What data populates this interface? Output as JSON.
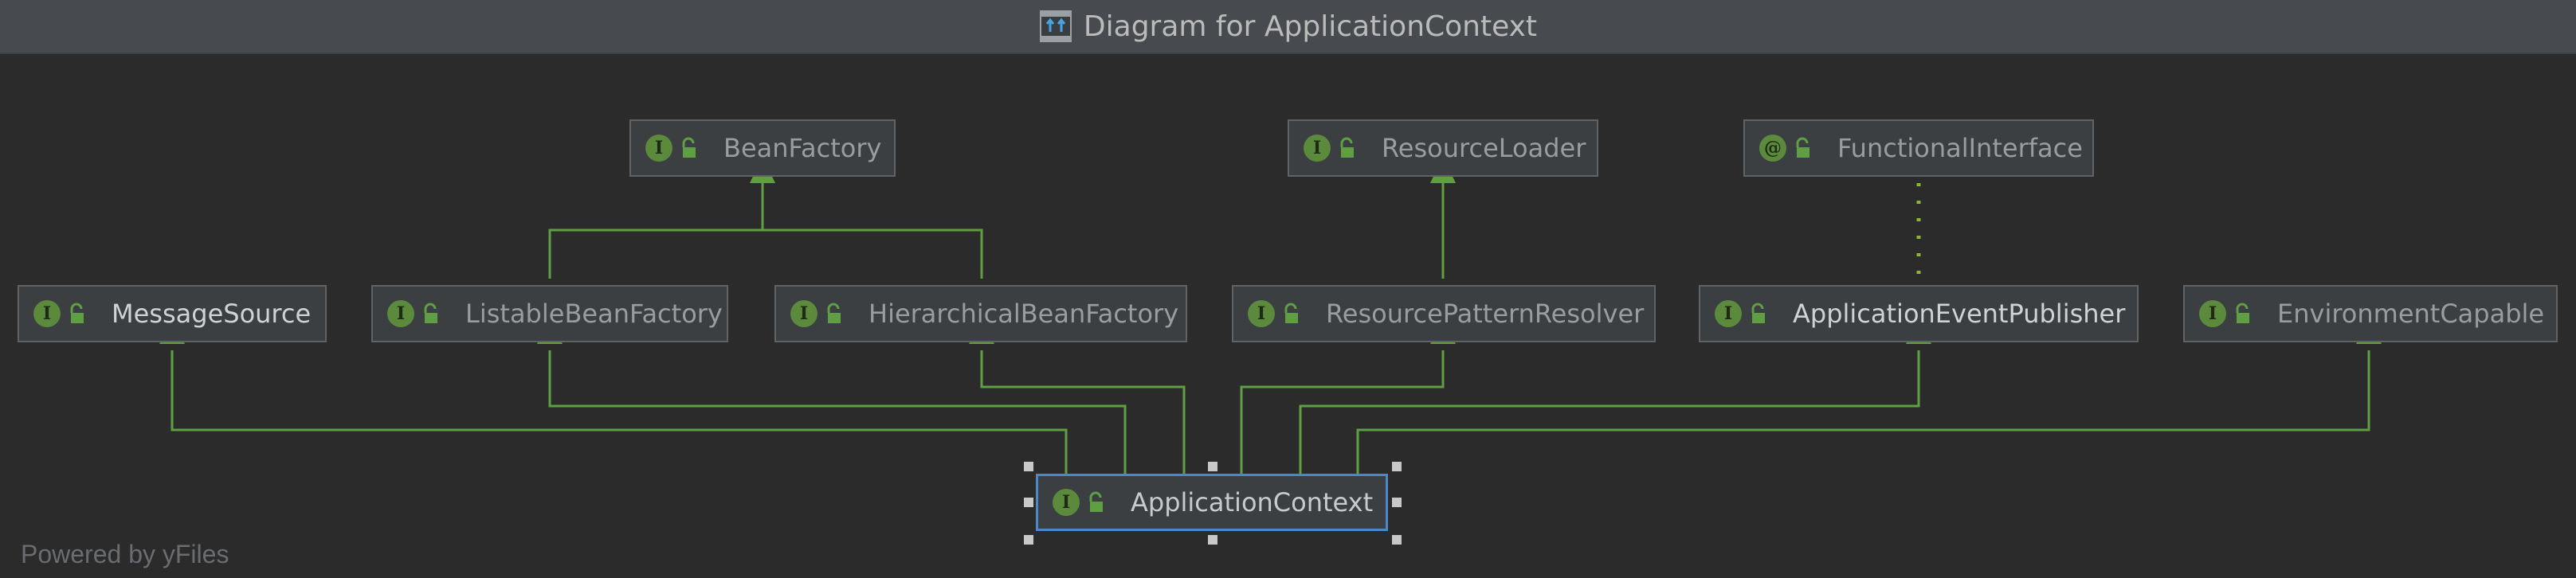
{
  "window": {
    "title": "Diagram for ApplicationContext",
    "title_icon": "diagram-icon"
  },
  "footer": {
    "text": "Powered by yFiles"
  },
  "colors": {
    "edge": "#5f9e43",
    "selected_border": "#4a88c7",
    "badge": "#5b8a3c"
  },
  "nodes": [
    {
      "id": "beanfactory",
      "label": "BeanFactory",
      "badge": "I",
      "kind": "interface"
    },
    {
      "id": "resourceloader",
      "label": "ResourceLoader",
      "badge": "I",
      "kind": "interface"
    },
    {
      "id": "functionalinterface",
      "label": "FunctionalInterface",
      "badge": "@",
      "kind": "annotation"
    },
    {
      "id": "messagesource",
      "label": "MessageSource",
      "badge": "I",
      "kind": "interface"
    },
    {
      "id": "listablebeanfactory",
      "label": "ListableBeanFactory",
      "badge": "I",
      "kind": "interface"
    },
    {
      "id": "hierarchicalbeanfactory",
      "label": "HierarchicalBeanFactory",
      "badge": "I",
      "kind": "interface"
    },
    {
      "id": "resourcepatternresolver",
      "label": "ResourcePatternResolver",
      "badge": "I",
      "kind": "interface"
    },
    {
      "id": "applicationeventpublisher",
      "label": "ApplicationEventPublisher",
      "badge": "I",
      "kind": "interface"
    },
    {
      "id": "environmentcapable",
      "label": "EnvironmentCapable",
      "badge": "I",
      "kind": "interface"
    },
    {
      "id": "applicationcontext",
      "label": "ApplicationContext",
      "badge": "I",
      "kind": "interface",
      "selected": true
    }
  ]
}
